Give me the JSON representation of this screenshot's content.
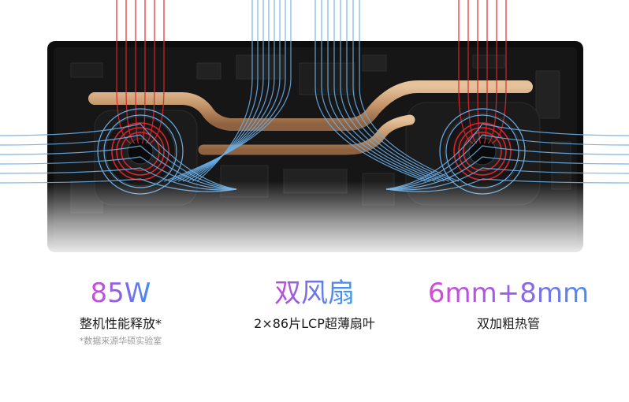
{
  "illustration": {
    "subject": "laptop-internal-cooling-module",
    "hot_air_color": "#e0242b",
    "cool_air_color": "#6aaee8",
    "heatpipe_color": "#c89a6a"
  },
  "features": [
    {
      "headline": "85W",
      "caption": "整机性能释放*",
      "note": "*数据来源华硕实验室",
      "gradient": [
        "#d14ad6",
        "#8a62e6",
        "#3f8ff0"
      ]
    },
    {
      "headline": "双风扇",
      "caption": "2×86片LCP超薄扇叶",
      "note": "",
      "gradient": [
        "#c548d8",
        "#6e74ea",
        "#3b9cf0"
      ]
    },
    {
      "headline": "6mm+8mm",
      "caption": "双加粗热管",
      "note": "",
      "gradient": [
        "#d44bd4",
        "#9a5fe4",
        "#4a8ef0"
      ]
    }
  ]
}
